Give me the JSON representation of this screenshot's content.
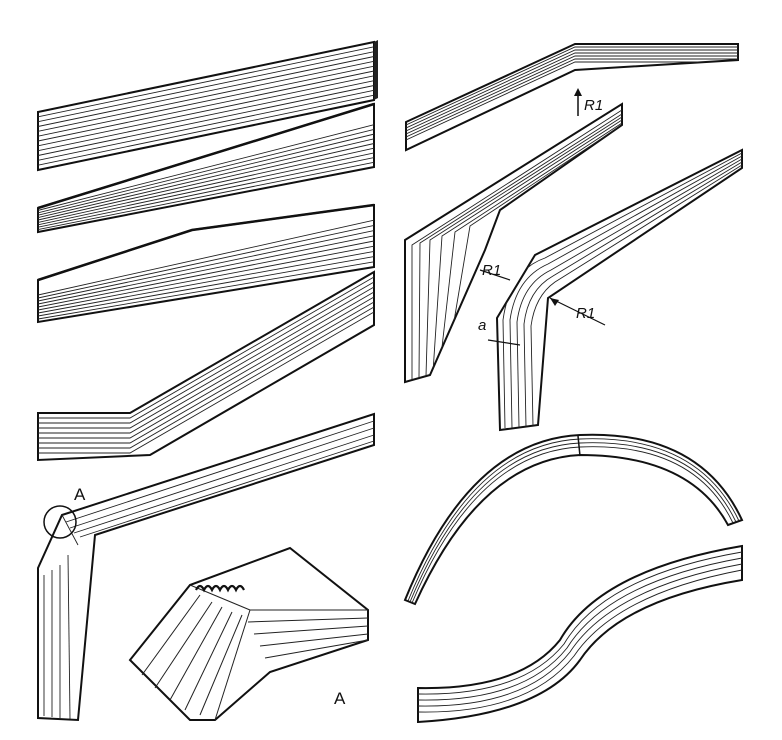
{
  "labels": {
    "radius_1": "R1",
    "radius_2": "R1",
    "radius_3": "R1",
    "thickness": "a",
    "detail_marker": "A",
    "detail_caption": "A"
  },
  "colors": {
    "ink": "#111111",
    "paper": "#ffffff"
  }
}
